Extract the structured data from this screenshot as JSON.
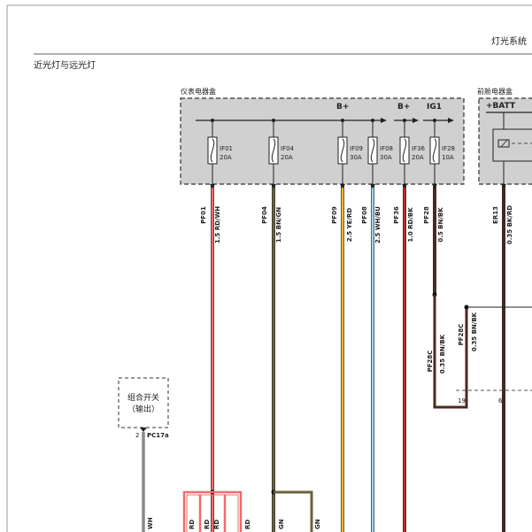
{
  "header": {
    "system_title": "灯光系统",
    "page_title": "近光灯与远光灯"
  },
  "boxes": {
    "ip": {
      "label": "仪表电器盒"
    },
    "front": {
      "label": "前舱电器盒",
      "batt_label": "+BATT"
    }
  },
  "supply_labels": [
    "B+",
    "B+",
    "IG1"
  ],
  "fuses": [
    {
      "id": "IF01",
      "rating": "20A"
    },
    {
      "id": "IF04",
      "rating": "20A"
    },
    {
      "id": "IF09",
      "rating": "30A"
    },
    {
      "id": "IF08",
      "rating": "30A"
    },
    {
      "id": "IF36",
      "rating": "20A"
    },
    {
      "id": "IF28",
      "rating": "10A"
    }
  ],
  "wires": [
    {
      "circuit": "PF01",
      "spec": "1.5 RD/WH",
      "color": "#ef6b6b"
    },
    {
      "circuit": "PF04",
      "spec": "1.5 BN/GN",
      "color": "#6b6238"
    },
    {
      "circuit": "PF09",
      "spec": "2.5 YE/RD",
      "color": "#f4b731"
    },
    {
      "circuit": "PF08",
      "spec": "2.5 WH/BU",
      "color": "#9fd3ee"
    },
    {
      "circuit": "PF36",
      "spec": "1.0 RD/BK",
      "color": "#c0282a"
    },
    {
      "circuit": "PF28",
      "spec": "0.5 BN/BK",
      "color": "#4a2a1c"
    },
    {
      "circuit": "ER13",
      "spec": "0.35 BK/RD",
      "color": "#4a2418"
    }
  ],
  "splice_wires": [
    {
      "circuit": "PF28C",
      "spec": "0.35 BN/BK"
    },
    {
      "circuit": "PF28C",
      "spec": "0.35 BN/BK"
    }
  ],
  "pins": {
    "pin_19": "19",
    "pin_6": "6"
  },
  "switch": {
    "name": "组合开关",
    "sub": "（输出）",
    "pin": "2",
    "connector": "PC17a"
  },
  "bottom_labels": [
    "WH",
    "RD",
    "RD",
    "RD",
    "RD",
    "GN",
    "GN"
  ]
}
